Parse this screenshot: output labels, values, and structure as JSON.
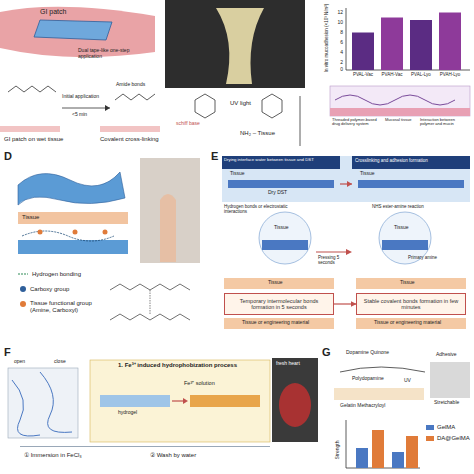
{
  "diagram": {
    "nodes": [
      {
        "text": [
          "Temporary intermolecular bonds formation in 5 seconds"
        ]
      },
      {
        "text": [
          "Stable covalent bonds formation in few minutes"
        ]
      }
    ],
    "edges": [
      {
        "from": 0,
        "to": 1,
        "arrow": "to"
      }
    ],
    "labels": [
      "GI patch",
      "Dual tape-like one-step application",
      "Initial application",
      "<5 min",
      "Amide bonds",
      "GI patch on wet tissue",
      "Covalent cross-linking",
      "UV light",
      "schiff base",
      "NH₂ – Tissue",
      "12",
      "10",
      "8",
      "6",
      "4",
      "2",
      "0",
      "In vitro mucoadhesion (×10³ N/m²)",
      "PVAL-Vac",
      "PVAH-Vac",
      "PVAL-Lyo",
      "PVAH-Lyo",
      "Threaded polymer-based drug delivery system",
      "Mucosal tissue",
      "Interaction between polymer and mucin",
      "D",
      "Tissue",
      "Tissue",
      "Hydrogen bonding",
      "Carboxy group",
      "Tissue functional group (Amine, Carboxyl)",
      "E",
      "Drying interface water between tissue and DST",
      "Crosslinking and adhesion formation",
      "Tissue",
      "Dry DST",
      "Tissue",
      "Hydrogen bonds or electrostatic interactions",
      "NHS ester-amine reaction",
      "Tissue",
      "Primary amine",
      "Tissue",
      "Pressing 5 seconds",
      "Tissue",
      "Tissue or engineering material",
      "Tissue",
      "Tissue or engineering material",
      "F",
      "open",
      "close",
      "1. Fe³⁺ induced hydrophobization process",
      "Fe³⁺ solution",
      "hydrogel",
      "fresh heart",
      "① Immersion in FeCl₃",
      "② Wash by water",
      "G",
      "Dopamine Quinone",
      "Polydopamine",
      "UV",
      "Gelatin Methacryloyl",
      "Adhesive",
      "Stretchable",
      "Strength"
    ],
    "legend": [
      {
        "text": "GelMA",
        "color": "#4a78c2"
      },
      {
        "text": "DA@GelMA",
        "color": "#e07b39"
      }
    ]
  }
}
